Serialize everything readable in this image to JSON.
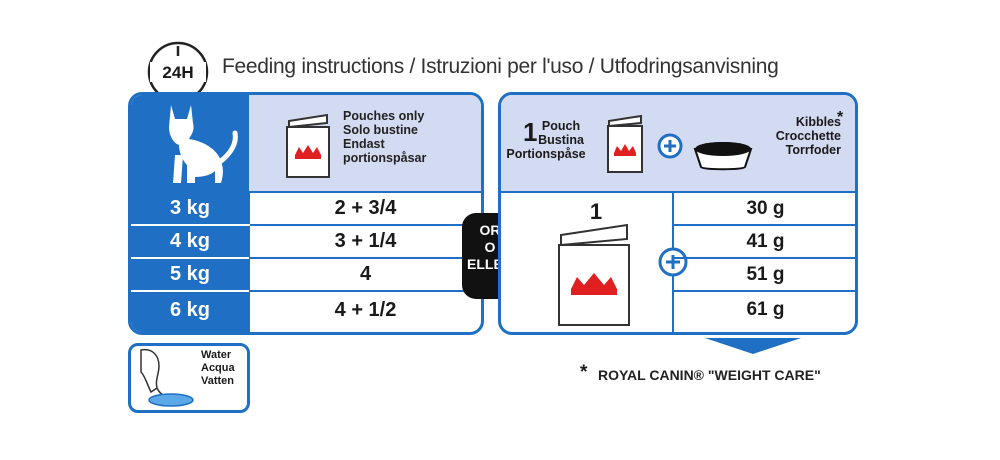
{
  "header": {
    "clock_label": "24H",
    "title": "Feeding instructions / Istruzioni per l'uso / Utfodringsanvisning"
  },
  "left_table": {
    "pouch_lines": [
      "Pouches only",
      "Solo bustine",
      "Endast",
      "portionspåsar"
    ],
    "rows": [
      {
        "weight": "3 kg",
        "pouches": "2 + 3/4"
      },
      {
        "weight": "4 kg",
        "pouches": "3 + 1/4"
      },
      {
        "weight": "5 kg",
        "pouches": "4"
      },
      {
        "weight": "6 kg",
        "pouches": "4 + 1/2"
      }
    ]
  },
  "or_badge": {
    "lines": [
      "OR",
      "O",
      "ELLER"
    ]
  },
  "right_table": {
    "pouch_count": "1",
    "pouch_lines": [
      "Pouch",
      "Bustina",
      "Portionspåse"
    ],
    "kibbles_lines": [
      "Kibbles",
      "Crocchette",
      "Torrfoder"
    ],
    "kibbles_star": "*",
    "pouch_value": "1",
    "grams": [
      "30 g",
      "41 g",
      "51 g",
      "61 g"
    ]
  },
  "water": {
    "lines": [
      "Water",
      "Acqua",
      "Vatten"
    ]
  },
  "footnote": {
    "star": "*",
    "text": "ROYAL CANIN® \"WEIGHT CARE\""
  },
  "colors": {
    "primary_blue": "#1f6fc4",
    "header_lavender": "#d3dbf2",
    "crown_red": "#e02020",
    "badge_black": "#111111"
  }
}
